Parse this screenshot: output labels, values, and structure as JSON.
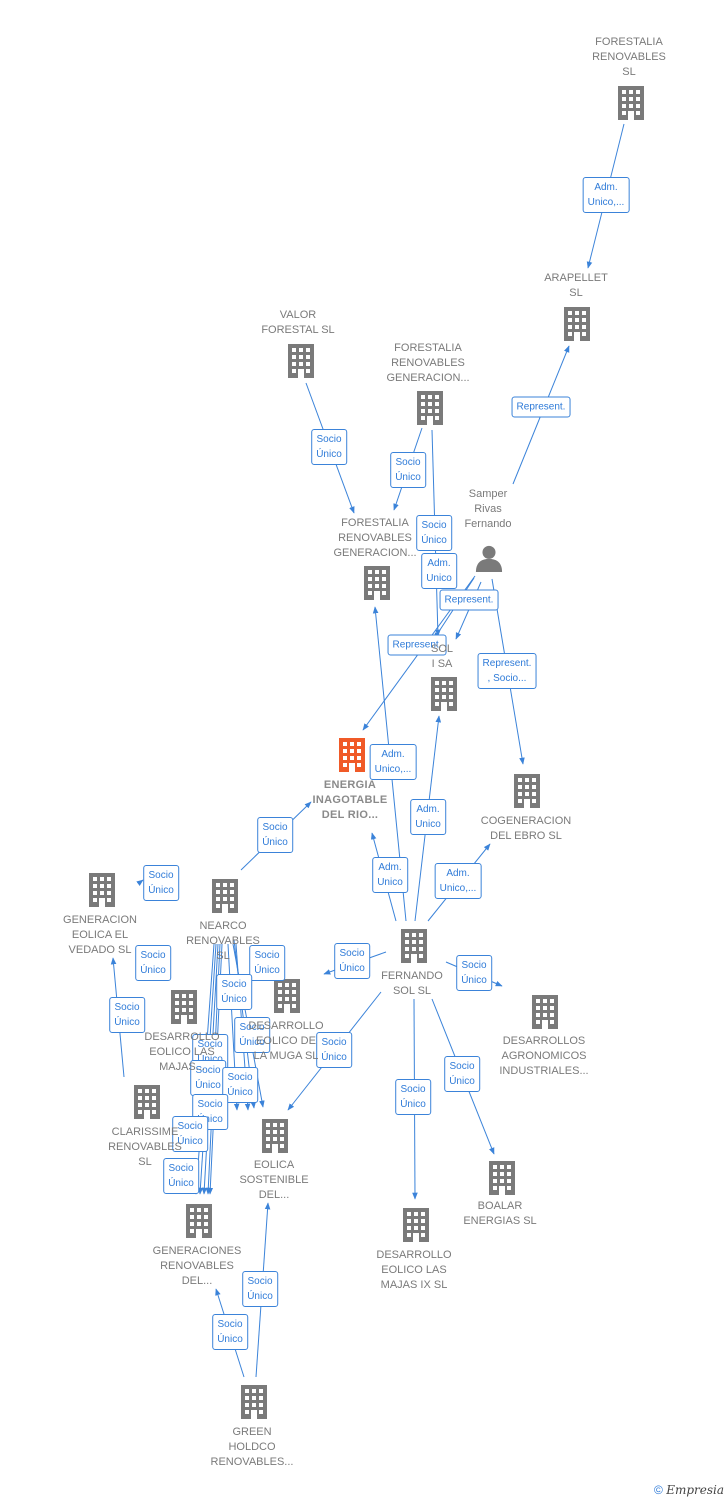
{
  "colors": {
    "node": "#7a7a7a",
    "main_node": "#f05a28",
    "edge": "#3b83d9",
    "label": "#7a7a7a"
  },
  "nodes": [
    {
      "id": "forestalia_top",
      "type": "company",
      "label": "FORESTALIA\nRENOVABLES\nSL"
    },
    {
      "id": "arapellet",
      "type": "company",
      "label": "ARAPELLET\nSL"
    },
    {
      "id": "valor",
      "type": "company",
      "label": "VALOR\nFORESTAL SL"
    },
    {
      "id": "forestalia_gen1",
      "type": "company",
      "label": "FORESTALIA\nRENOVABLES\nGENERACION..."
    },
    {
      "id": "forestalia_gen2",
      "type": "company",
      "label": "FORESTALIA\nRENOVABLES\nGENERACION..."
    },
    {
      "id": "samper",
      "type": "person",
      "label": "Samper\nRivas\nFernando"
    },
    {
      "id": "sol_sa",
      "type": "company",
      "label": "SOL\nI SA"
    },
    {
      "id": "energia",
      "type": "company",
      "main": true,
      "label": "ENERGIA\nINAGOTABLE\nDEL RIO..."
    },
    {
      "id": "cogeneracion",
      "type": "company",
      "label": "COGENERACION\nDEL EBRO  SL"
    },
    {
      "id": "gen_vedado",
      "type": "company",
      "label": "GENERACION\nEOLICA EL\nVEDADO SL"
    },
    {
      "id": "nearco",
      "type": "company",
      "label": "NEARCO\nRENOVABLES\nSL"
    },
    {
      "id": "fernando_sol",
      "type": "company",
      "label": "FERNANDO\nSOL SL"
    },
    {
      "id": "des_majas",
      "type": "company",
      "label": "DESARROLLO\nEOLICO LAS\nMAJAS..."
    },
    {
      "id": "des_muga",
      "type": "company",
      "label": "DESARROLLO\nEOLICO DE\nLA MUGA SL"
    },
    {
      "id": "des_agro",
      "type": "company",
      "label": "DESARROLLOS\nAGRONOMICOS\nINDUSTRIALES..."
    },
    {
      "id": "clarissime",
      "type": "company",
      "label": "CLARISSIME\nRENOVABLES\nSL"
    },
    {
      "id": "eolica_sost",
      "type": "company",
      "label": "EOLICA\nSOSTENIBLE\nDEL..."
    },
    {
      "id": "boalar",
      "type": "company",
      "label": "BOALAR\nENERGIAS  SL"
    },
    {
      "id": "generaciones",
      "type": "company",
      "label": "GENERACIONES\nRENOVABLES\nDEL..."
    },
    {
      "id": "des_majas_ix",
      "type": "company",
      "label": "DESARROLLO\nEOLICO LAS\nMAJAS IX  SL"
    },
    {
      "id": "green",
      "type": "company",
      "label": "GREEN\nHOLDCO\nRENOVABLES..."
    }
  ],
  "edges": [
    {
      "id": "e1",
      "from": "forestalia_top",
      "to": "arapellet",
      "label": "Adm.\nUnico,..."
    },
    {
      "id": "e2",
      "from": "samper",
      "to": "arapellet",
      "label": "Represent."
    },
    {
      "id": "e3",
      "from": "valor",
      "to": "forestalia_gen2",
      "label": "Socio\nÚnico"
    },
    {
      "id": "e4",
      "from": "forestalia_gen1",
      "to": "forestalia_gen2",
      "label": "Socio\nÚnico"
    },
    {
      "id": "e5",
      "from": "forestalia_gen1",
      "to": "sol_sa",
      "label": "Socio\nÚnico"
    },
    {
      "id": "e6",
      "from": "samper",
      "to": "sol_sa",
      "label": "Adm.\nUnico"
    },
    {
      "id": "e7",
      "from": "samper",
      "to": "sol_sa",
      "label": "Represent."
    },
    {
      "id": "e8",
      "from": "samper",
      "to": "energia",
      "label": "Represent."
    },
    {
      "id": "e9",
      "from": "samper",
      "to": "cogeneracion",
      "label": "Represent.\n, Socio..."
    },
    {
      "id": "e10",
      "from": "fernando_sol",
      "to": "forestalia_gen2",
      "label": "Adm.\nUnico,..."
    },
    {
      "id": "e11",
      "from": "fernando_sol",
      "to": "sol_sa",
      "label": "Adm.\nUnico"
    },
    {
      "id": "e12",
      "from": "fernando_sol",
      "to": "energia",
      "label": "Adm.\nUnico"
    },
    {
      "id": "e13",
      "from": "fernando_sol",
      "to": "cogeneracion",
      "label": "Adm.\nUnico,..."
    },
    {
      "id": "e14",
      "from": "nearco",
      "to": "energia",
      "label": "Socio\nÚnico"
    },
    {
      "id": "e15",
      "from": "gen_vedado",
      "to": "nearco",
      "label": "Socio\nÚnico"
    },
    {
      "id": "e16",
      "from": "fernando_sol",
      "to": "des_muga",
      "label": "Socio\nÚnico"
    },
    {
      "id": "e17",
      "from": "fernando_sol",
      "to": "des_agro",
      "label": "Socio\nÚnico"
    },
    {
      "id": "e18",
      "from": "fernando_sol",
      "to": "eolica_sost",
      "label": "Socio\nÚnico"
    },
    {
      "id": "e19",
      "from": "fernando_sol",
      "to": "boalar",
      "label": "Socio\nÚnico"
    },
    {
      "id": "e20",
      "from": "fernando_sol",
      "to": "des_majas_ix",
      "label": "Socio\nÚnico"
    },
    {
      "id": "e21",
      "from": "clarissime",
      "to": "gen_vedado",
      "label": "Socio\nÚnico"
    },
    {
      "id": "e22",
      "from": "nearco",
      "to": "gen_vedado",
      "label": "Socio\nÚnico"
    },
    {
      "id": "e23",
      "from": "nearco",
      "to": "des_majas",
      "label": "Socio\nÚnico"
    },
    {
      "id": "e24",
      "from": "nearco",
      "to": "des_muga",
      "label": "Socio\nÚnico"
    },
    {
      "id": "e25",
      "from": "nearco",
      "to": "eolica_sost",
      "label": "Socio\nÚnico"
    },
    {
      "id": "e26",
      "from": "nearco",
      "to": "generaciones",
      "label": "Socio\nÚnico"
    },
    {
      "id": "e27",
      "from": "nearco",
      "to": "generaciones",
      "label": "Socio\nÚnico"
    },
    {
      "id": "e28",
      "from": "nearco",
      "to": "eolica_sost",
      "label": "Socio\nÚnico"
    },
    {
      "id": "e29",
      "from": "nearco",
      "to": "generaciones",
      "label": "Socio\nÚnico"
    },
    {
      "id": "e30",
      "from": "nearco",
      "to": "generaciones",
      "label": "Socio\nÚnico"
    },
    {
      "id": "e31",
      "from": "nearco",
      "to": "generaciones",
      "label": "Socio\nÚnico"
    },
    {
      "id": "e32",
      "from": "green",
      "to": "eolica_sost",
      "label": "Socio\nÚnico"
    },
    {
      "id": "e33",
      "from": "green",
      "to": "generaciones",
      "label": "Socio\nÚnico"
    }
  ],
  "footer": {
    "copyright": "©",
    "brand": "Empresia"
  }
}
